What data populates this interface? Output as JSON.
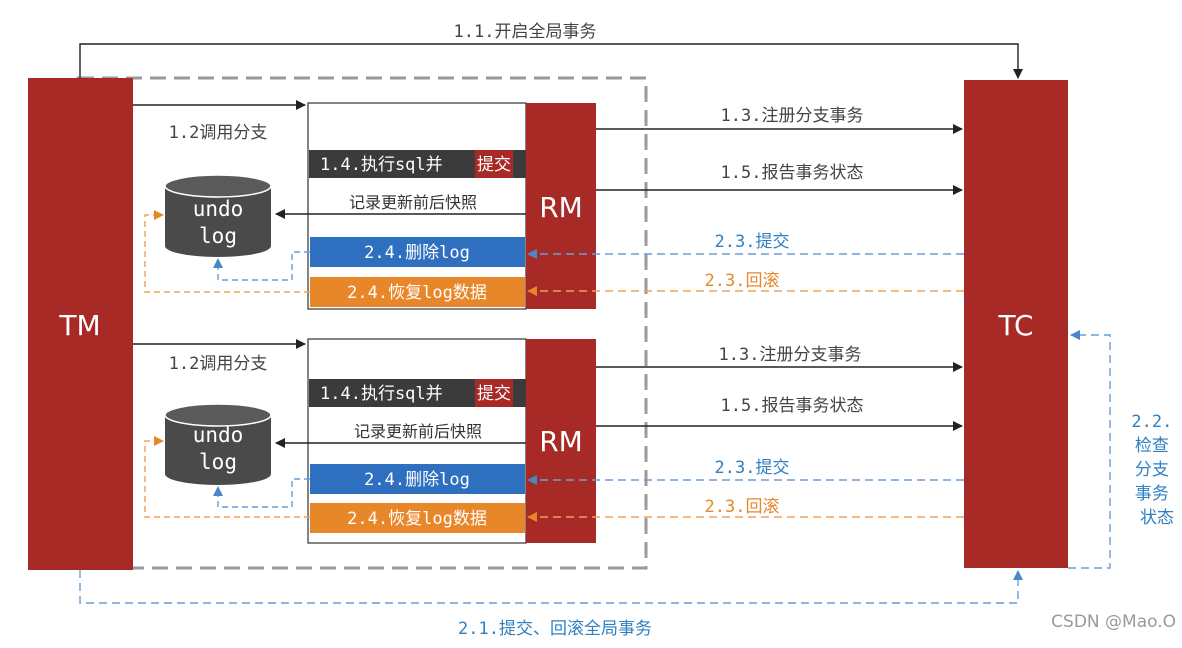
{
  "tm": "TM",
  "tc": "TC",
  "rm": [
    "RM",
    "RM"
  ],
  "undo": [
    "undo",
    "log"
  ],
  "labels": {
    "begin_global": "1.1.开启全局事务",
    "call_branch": "1.2调用分支",
    "register_branch": "1.3.注册分支事务",
    "exec_sql_prefix": "1.4.执行sql并",
    "exec_sql_commit": "提交",
    "record_snapshot": "记录更新前后快照",
    "report_status": "1.5.报告事务状态",
    "delete_log": "2.4.删除log",
    "restore_log": "2.4.恢复log数据",
    "commit": "2.3.提交",
    "rollback": "2.3.回滚",
    "global_commit_rollback": "2.1.提交、回滚全局事务",
    "check_status": [
      "2.2.",
      "检查",
      "分支",
      "事务",
      "状态"
    ]
  },
  "watermark": "CSDN @Mao.O",
  "colors": {
    "red": "#a82a26",
    "dark": "#3b3b3b",
    "blue": "#2f6fc0",
    "orange": "#e8862a",
    "dash_blue": "#6a9ed6",
    "dash_orange": "#f0a05a",
    "gray_dash": "#9a9a9a"
  }
}
